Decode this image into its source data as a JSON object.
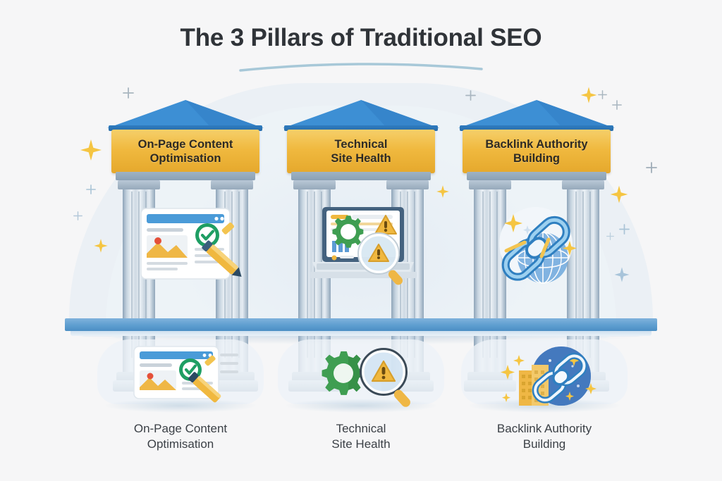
{
  "page": {
    "title": "The 3 Pillars of Traditional SEO",
    "background_color": "#f6f6f7",
    "accent_blue": "#3d8fd4",
    "accent_gold": "#f0b940",
    "text_color": "#2f3338"
  },
  "pillars": [
    {
      "id": "on-page-content-optimisation",
      "label_line1": "On-Page Content",
      "label_line2": "Optimisation",
      "icon_name": "browser-content-check-pencil-icon",
      "icon_elements": [
        "browser-window",
        "image-placeholder",
        "green-check-badge",
        "yellow-pencil"
      ]
    },
    {
      "id": "technical-site-health",
      "label_line1": "Technical",
      "label_line2": "Site Health",
      "icon_name": "laptop-gear-warning-magnifier-icon",
      "icon_elements": [
        "laptop",
        "dashboard-chart",
        "green-gear",
        "warning-triangle",
        "magnifying-glass"
      ]
    },
    {
      "id": "backlink-authority-building",
      "label_line1": "Backlink Authority",
      "label_line2": "Building",
      "icon_name": "chain-link-globe-icon",
      "icon_elements": [
        "chain-link",
        "globe",
        "sparkles"
      ]
    }
  ],
  "bottom_items": [
    {
      "id": "on-page-content-optimisation",
      "label_line1": "On-Page Content",
      "label_line2": "Optimisation",
      "icon_name": "browser-content-check-pencil-thumb-icon"
    },
    {
      "id": "technical-site-health",
      "label_line1": "Technical",
      "label_line2": "Site Health",
      "icon_name": "gear-magnifier-warning-thumb-icon"
    },
    {
      "id": "backlink-authority-building",
      "label_line1": "Backlink Authority",
      "label_line2": "Building",
      "icon_name": "globe-chain-buildings-thumb-icon"
    }
  ],
  "decorations": {
    "gold_star_count": 6,
    "plus_sparkle_count": 9,
    "star_color": "#f5c542",
    "plus_color": "#9fb4c6"
  }
}
